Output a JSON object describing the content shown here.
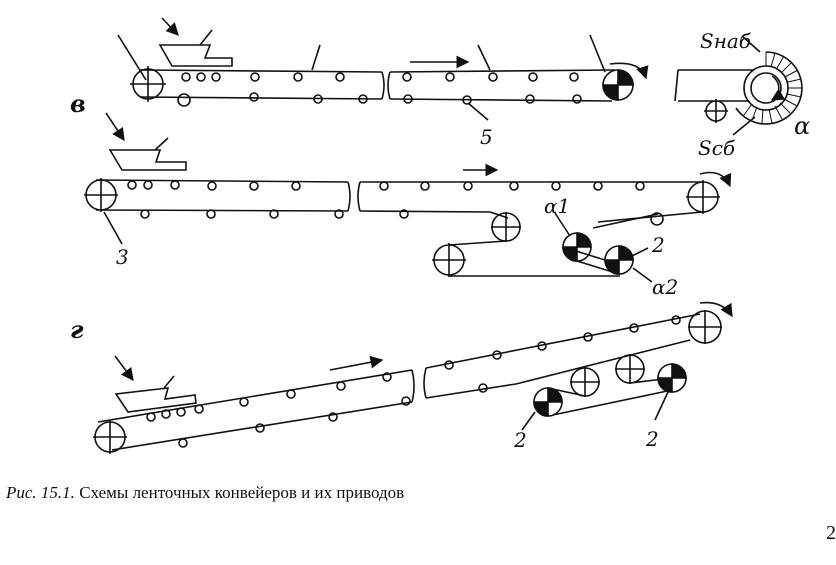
{
  "labels": {
    "section_v": "в",
    "section_g": "г",
    "s_nab": "Sнаб",
    "s_sb": "Sсб",
    "alpha": "α",
    "alpha1": "α1",
    "alpha2": "α2",
    "num_2a": "2",
    "num_2b": "2",
    "num_2c": "2",
    "num_3": "3",
    "num_5": "5"
  },
  "caption": {
    "prefix": "Рис. 15.1.",
    "text": "Схемы ленточных конвейеров и их приводов"
  },
  "page_number": "2"
}
